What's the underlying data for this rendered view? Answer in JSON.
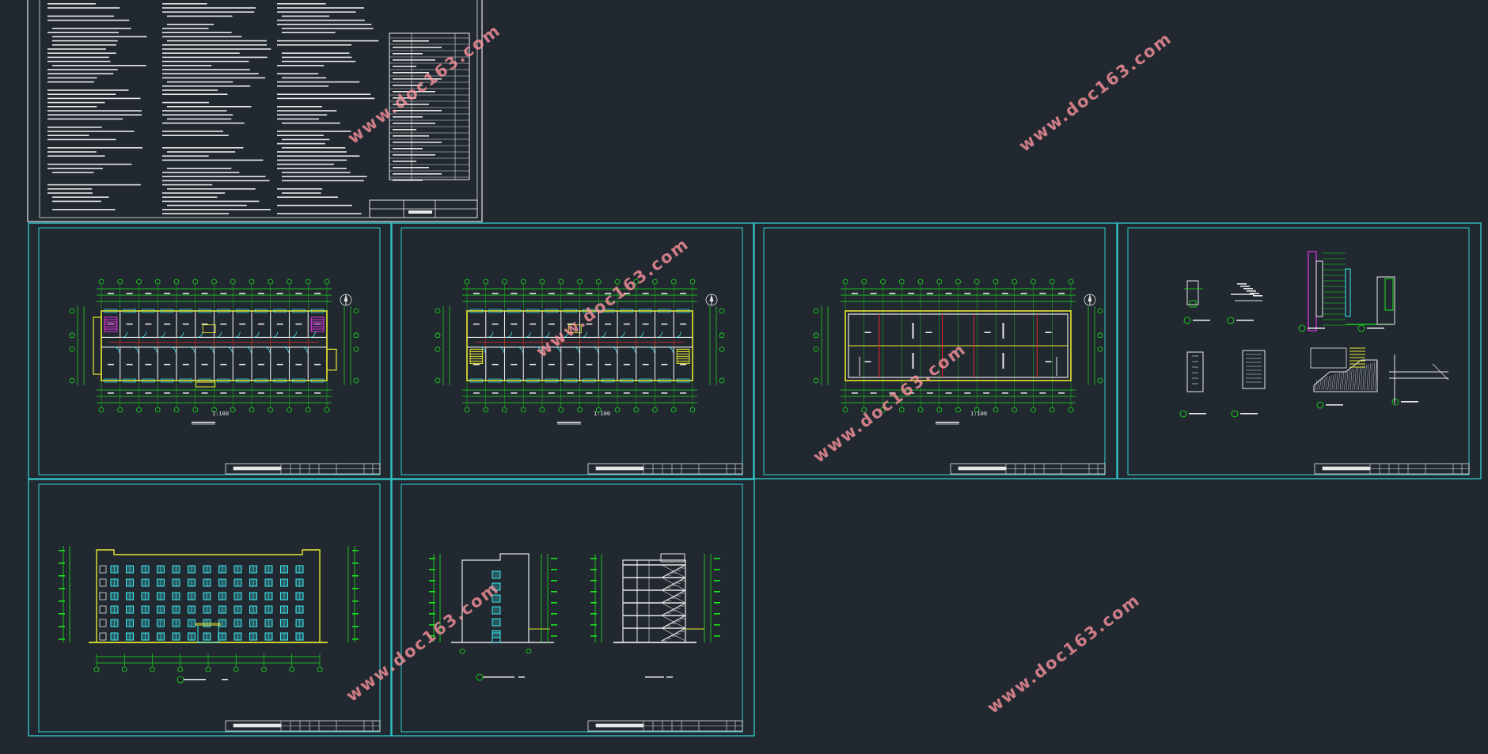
{
  "app": {
    "type": "cad-model-space-viewer"
  },
  "colors": {
    "background": "#212830",
    "sheet_border": "#2fc3c6",
    "line_green": "#19e619",
    "line_yellow": "#e8e832",
    "line_white": "#e8e8e8",
    "line_red": "#e62828",
    "line_cyan": "#3ee8f0",
    "line_magenta": "#e632e6",
    "watermark": "#ff96a0"
  },
  "watermarks": [
    "www.doc163.com",
    "www.doc163.com",
    "www.doc163.com",
    "www.doc163.com",
    "www.doc163.com",
    "www.doc163.com"
  ],
  "sheets": [
    {
      "id": "design-notes",
      "kind": "notes-text",
      "icon": "text-block-icon"
    },
    {
      "id": "ground-floor-plan",
      "kind": "floor-plan",
      "icon": "north-arrow-icon"
    },
    {
      "id": "typical-floor-plan",
      "kind": "floor-plan",
      "icon": "north-arrow-icon"
    },
    {
      "id": "roof-plan",
      "kind": "roof-plan",
      "icon": "north-arrow-icon"
    },
    {
      "id": "details",
      "kind": "details",
      "icon": "detail-symbol-icon"
    },
    {
      "id": "front-elevation",
      "kind": "elevation",
      "icon": "elevation-icon"
    },
    {
      "id": "side-elevation-section",
      "kind": "elevation-section",
      "icon": "section-icon"
    }
  ],
  "scale_labels": {
    "ground_plan": "1:100",
    "typical_plan": "1:100",
    "roof_plan": "1:100"
  }
}
